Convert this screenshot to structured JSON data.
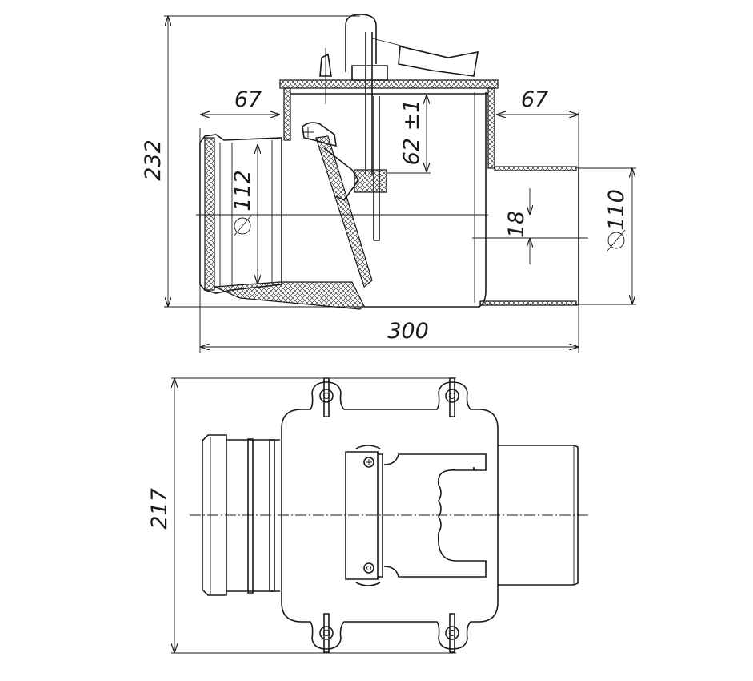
{
  "title": "Check valve technical drawing",
  "side_view": {
    "dimensions": {
      "overall_height": "232",
      "left_offset": "67",
      "right_offset": "67",
      "flap_travel": "62 ±1",
      "inlet_diameter": "112",
      "outlet_diameter": "110",
      "axis_offset": "18",
      "overall_length": "300"
    }
  },
  "top_view": {
    "dimensions": {
      "overall_width": "217"
    }
  }
}
